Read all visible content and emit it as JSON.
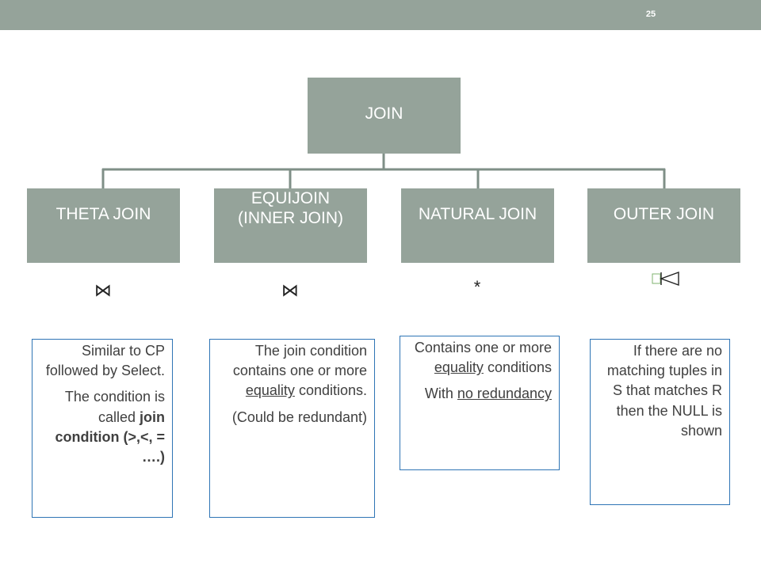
{
  "slide": {
    "page_number": "25"
  },
  "root": {
    "label": "JOIN"
  },
  "children": [
    {
      "label": "THETA JOIN",
      "symbol": "⋈"
    },
    {
      "label_line1": "EQUIJOIN",
      "label_line2": "(INNER JOIN)",
      "symbol": "⋈"
    },
    {
      "label": "NATURAL JOIN",
      "symbol": "*"
    },
    {
      "label": "OUTER JOIN"
    }
  ],
  "notes": {
    "theta": {
      "p1": "Similar to CP followed by Select.",
      "p2_pre": "The condition is called ",
      "p2_bold": "join condition",
      "p2_tail": "(>,<, = ….)"
    },
    "equi": {
      "p1_pre": "The join condition contains one or more ",
      "p1_u": "equality",
      "p1_post": " conditions.",
      "p2": "(Could be redundant)"
    },
    "natural": {
      "p1_pre": "Contains one or more ",
      "p1_u": "equality",
      "p1_post": " conditions",
      "p2_pre": "With ",
      "p2_u": "no redundancy"
    },
    "outer": {
      "p1": "If there are no matching tuples in S that matches R then the NULL is shown"
    }
  },
  "colors": {
    "box": "#95a39a",
    "connector": "#7f8f87",
    "note_border": "#2e74b5",
    "text": "#404040"
  }
}
